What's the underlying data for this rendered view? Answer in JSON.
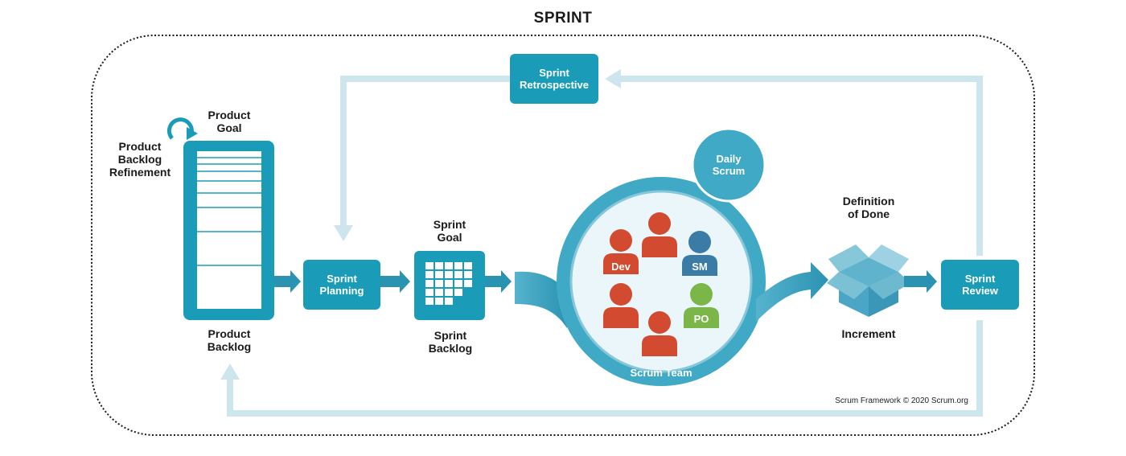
{
  "title": "SPRINT",
  "copyright": "Scrum Framework © 2020 Scrum.org",
  "colors": {
    "primary": "#1a9cb8",
    "primary_dark": "#12839b",
    "light_arrow": "#cde6ee",
    "ring": "#3fa9c6",
    "ring_inner": "#eaf6fa",
    "team_member": "#d24a2f",
    "scrum_master": "#3a7ca5",
    "product_owner": "#7ab648",
    "box_icon": "#4aa6c4"
  },
  "icons": {
    "refinement": "circular-arrow-icon",
    "backlog": "list-icon",
    "sprint_backlog": "grid-icon",
    "increment": "open-box-icon",
    "team": "person-icon"
  },
  "labels": {
    "product_goal": [
      "Product",
      "Goal"
    ],
    "refinement": [
      "Product",
      "Backlog",
      "Refinement"
    ],
    "product_backlog": [
      "Product",
      "Backlog"
    ],
    "sprint_goal": [
      "Sprint",
      "Goal"
    ],
    "sprint_backlog": [
      "Sprint",
      "Backlog"
    ],
    "definition_of_done": [
      "Definition",
      "of Done"
    ],
    "increment": "Increment",
    "scrum_team": "Scrum Team"
  },
  "boxes": {
    "sprint_planning": [
      "Sprint",
      "Planning"
    ],
    "sprint_retrospective": [
      "Sprint",
      "Retrospective"
    ],
    "sprint_review": [
      "Sprint",
      "Review"
    ],
    "daily_scrum": [
      "Daily",
      "Scrum"
    ]
  },
  "team": {
    "dev": "Dev",
    "sm": "SM",
    "po": "PO"
  }
}
